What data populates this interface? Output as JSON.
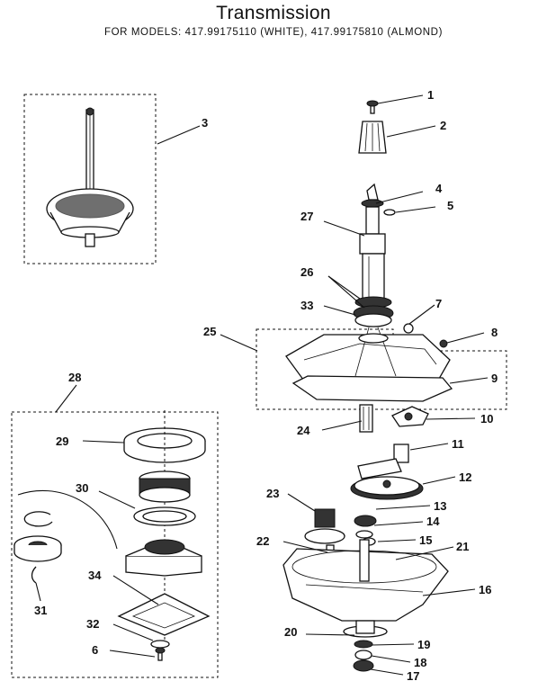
{
  "header": {
    "title": "Transmission",
    "subtitle": "FOR MODELS:  417.99175110 (WHITE), 417.99175810 (ALMOND)"
  },
  "callouts": {
    "n1": "1",
    "n2": "2",
    "n3": "3",
    "n4": "4",
    "n5": "5",
    "n6": "6",
    "n7": "7",
    "n8": "8",
    "n9": "9",
    "n10": "10",
    "n11": "11",
    "n12": "12",
    "n13": "13",
    "n14": "14",
    "n15": "15",
    "n16": "16",
    "n17": "17",
    "n18": "18",
    "n19": "19",
    "n20": "20",
    "n21": "21",
    "n22": "22",
    "n23": "23",
    "n24": "24",
    "n25": "25",
    "n26": "26",
    "n27": "27",
    "n28": "28",
    "n29": "29",
    "n30": "30",
    "n31": "31",
    "n32": "32",
    "n33": "33",
    "n34": "34"
  }
}
